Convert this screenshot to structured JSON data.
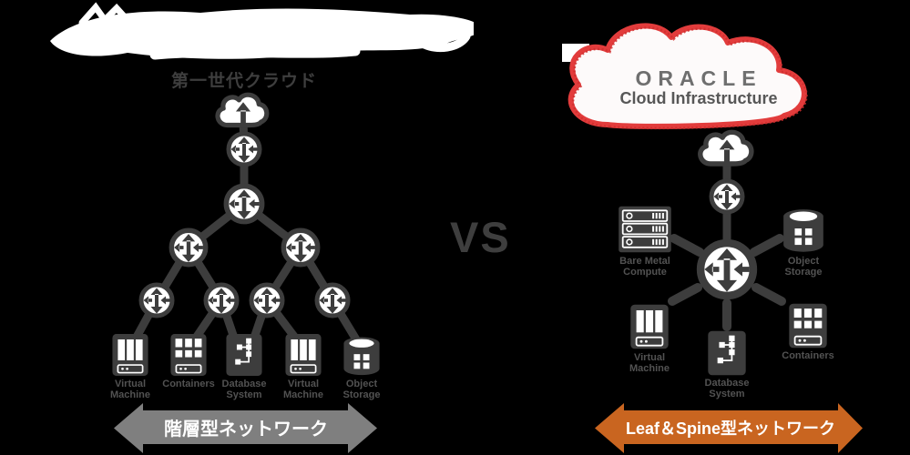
{
  "colors": {
    "background": "#000000",
    "diagram_gray": "#3d3d3d",
    "label_gray": "#525252",
    "banner_gray": "#7f7f7f",
    "banner_orange": "#c96520",
    "cloud_outline_red": "#e23c3c",
    "oracle_text_gray": "#6f6f6f",
    "banner_text_white": "#ffffff",
    "scribble_white": "#ffffff"
  },
  "icons": {
    "internet_cloud": "cloud-arrow-icon",
    "router": "router-icon",
    "spine_hub_router": "hub-router-icon",
    "virtual_machine": "vm-icon",
    "containers": "containers-icon",
    "database_system": "database-system-icon",
    "object_storage": "object-storage-icon",
    "bare_metal_compute": "bare-metal-server-icon"
  },
  "left_diagram": {
    "title": "第一世代クラウド",
    "banner_label": "階層型ネットワーク",
    "leaf_labels": [
      {
        "line1": "Virtual",
        "line2": "Machine"
      },
      {
        "line1": "Containers",
        "line2": ""
      },
      {
        "line1": "Database",
        "line2": "System"
      },
      {
        "line1": "Virtual",
        "line2": "Machine"
      },
      {
        "line1": "Object",
        "line2": "Storage"
      }
    ]
  },
  "versus_label": "VS",
  "right_diagram": {
    "cloud_brand": "ORACLE",
    "cloud_subtitle": "Cloud Infrastructure",
    "banner_label": "Leaf＆Spine型ネットワーク",
    "devices": [
      {
        "line1": "Bare Metal",
        "line2": "Compute"
      },
      {
        "line1": "Object",
        "line2": "Storage"
      },
      {
        "line1": "Virtual",
        "line2": "Machine"
      },
      {
        "line1": "Containers",
        "line2": ""
      },
      {
        "line1": "Database",
        "line2": "System"
      }
    ]
  }
}
